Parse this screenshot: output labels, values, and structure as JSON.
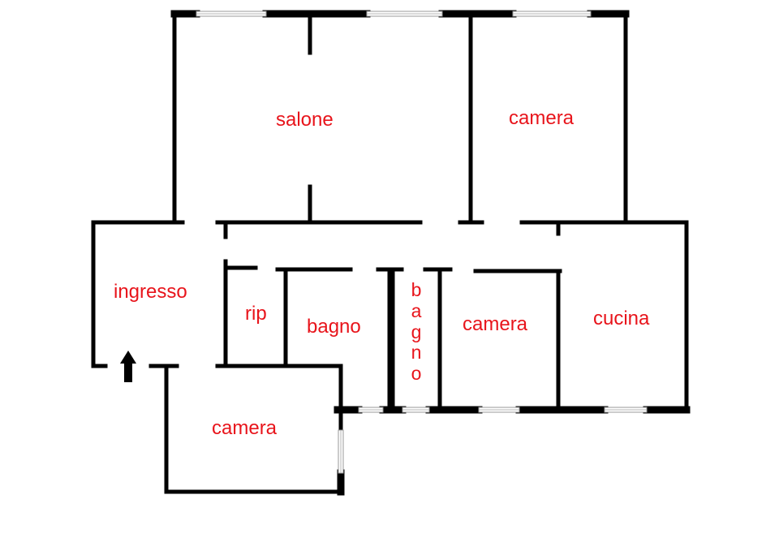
{
  "floorplan": {
    "rooms": [
      {
        "id": "salone",
        "label": "salone"
      },
      {
        "id": "camera_top",
        "label": "camera"
      },
      {
        "id": "ingresso",
        "label": "ingresso"
      },
      {
        "id": "rip",
        "label": "rip"
      },
      {
        "id": "bagno_main",
        "label": "bagno"
      },
      {
        "id": "bagno_small",
        "label": "bagno"
      },
      {
        "id": "camera_mid",
        "label": "camera"
      },
      {
        "id": "cucina",
        "label": "cucina"
      },
      {
        "id": "camera_bottom",
        "label": "camera"
      }
    ],
    "entrance_icon": "arrow-up-icon",
    "colors": {
      "label": "#e8141b",
      "wall": "#000000",
      "window": "#9a9a9a"
    }
  }
}
